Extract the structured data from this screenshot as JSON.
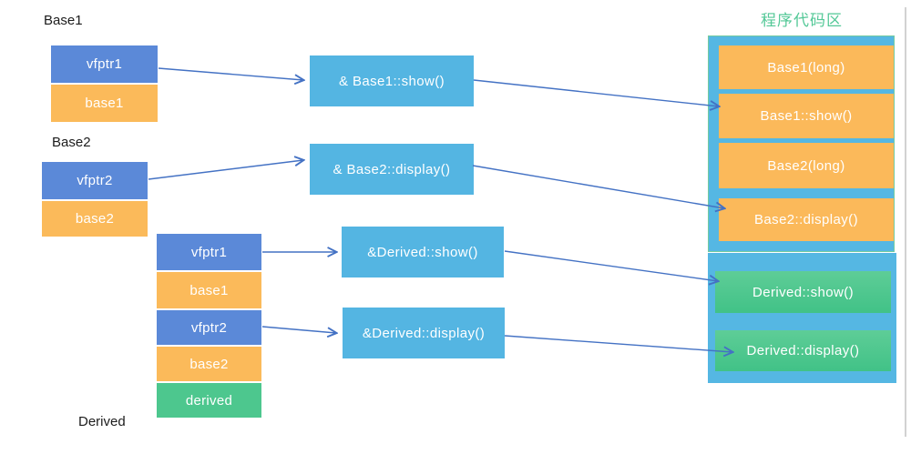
{
  "labels": {
    "base1": "Base1",
    "base2": "Base2",
    "derived": "Derived"
  },
  "base1_object": {
    "rows": [
      {
        "label": "vfptr1"
      },
      {
        "label": "base1"
      }
    ]
  },
  "base2_object": {
    "rows": [
      {
        "label": "vfptr2"
      },
      {
        "label": "base2"
      }
    ]
  },
  "derived_object": {
    "rows": [
      {
        "label": "vfptr1"
      },
      {
        "label": "base1"
      },
      {
        "label": "vfptr2"
      },
      {
        "label": "base2"
      },
      {
        "label": "derived"
      }
    ]
  },
  "vtables": {
    "base1_show": {
      "label": "& Base1::show()"
    },
    "base2_display": {
      "label": "& Base2::display()"
    },
    "derived_show": {
      "label": "&Derived::show()"
    },
    "derived_display": {
      "label": "&Derived::display()"
    }
  },
  "code_area": {
    "title": "程序代码区",
    "items": [
      {
        "label": "Base1(long)"
      },
      {
        "label": "Base1::show()"
      },
      {
        "label": "Base2(long)"
      },
      {
        "label": "Base2::display()"
      }
    ],
    "derived_items": [
      {
        "label": "Derived::show()"
      },
      {
        "label": "Derived::display()"
      }
    ]
  },
  "colors": {
    "vfptr_blue": "#5b89d8",
    "member_orange": "#fbba5a",
    "derived_green": "#4dc78e",
    "vtable_cyan": "#54b5e2",
    "code_area_cyan": "#55b7e3",
    "title_green": "#53c897",
    "arrow_blue": "#4472c4"
  }
}
